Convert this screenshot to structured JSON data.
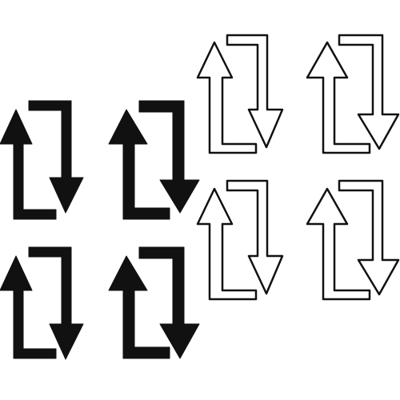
{
  "colors": {
    "background": "#ffffff",
    "stroke": "#111111",
    "fill": "#111111",
    "outline_fill": "#ffffff"
  },
  "icons": [
    {
      "name": "swap-arrows-icon-solid-1",
      "style": "solid",
      "variant": "rounded"
    },
    {
      "name": "swap-arrows-icon-solid-2",
      "style": "solid",
      "variant": "rounded"
    },
    {
      "name": "swap-arrows-icon-solid-3",
      "style": "solid",
      "variant": "square"
    },
    {
      "name": "swap-arrows-icon-solid-4",
      "style": "solid",
      "variant": "square"
    },
    {
      "name": "swap-arrows-icon-outline-1",
      "style": "outline",
      "variant": "rounded"
    },
    {
      "name": "swap-arrows-icon-outline-2",
      "style": "outline",
      "variant": "rounded"
    },
    {
      "name": "swap-arrows-icon-outline-3",
      "style": "outline",
      "variant": "square"
    },
    {
      "name": "swap-arrows-icon-outline-4",
      "style": "outline",
      "variant": "square"
    }
  ]
}
